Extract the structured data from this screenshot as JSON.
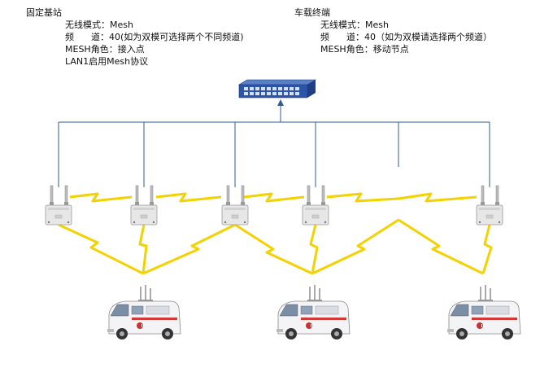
{
  "fixed_station": {
    "title": "固定基站",
    "lines": [
      {
        "label": "无线模式：",
        "value": "Mesh"
      },
      {
        "label": "频      道：",
        "value": "40(如为双模可选择两个不同频道)"
      },
      {
        "label": "MESH角色：",
        "value": "接入点"
      },
      {
        "label": "",
        "value": "LAN1启用Mesh协议"
      }
    ]
  },
  "vehicle_terminal": {
    "title": "车载终端",
    "lines": [
      {
        "label": "无线模式：",
        "value": "Mesh"
      },
      {
        "label": "频      道：",
        "value": "40（如为双模请选择两个频道）"
      },
      {
        "label": "MESH角色：",
        "value": "移动节点"
      }
    ]
  },
  "colors": {
    "wire": "#2f5d91",
    "link": "#f4d200",
    "switch": "#2b55a8",
    "ap_body": "#e7e7e7",
    "van_body": "#f4f4f6"
  },
  "icons": {
    "switch": "network-switch-icon",
    "ap": "wireless-access-point-icon",
    "van": "vehicle-terminal-van-icon"
  }
}
